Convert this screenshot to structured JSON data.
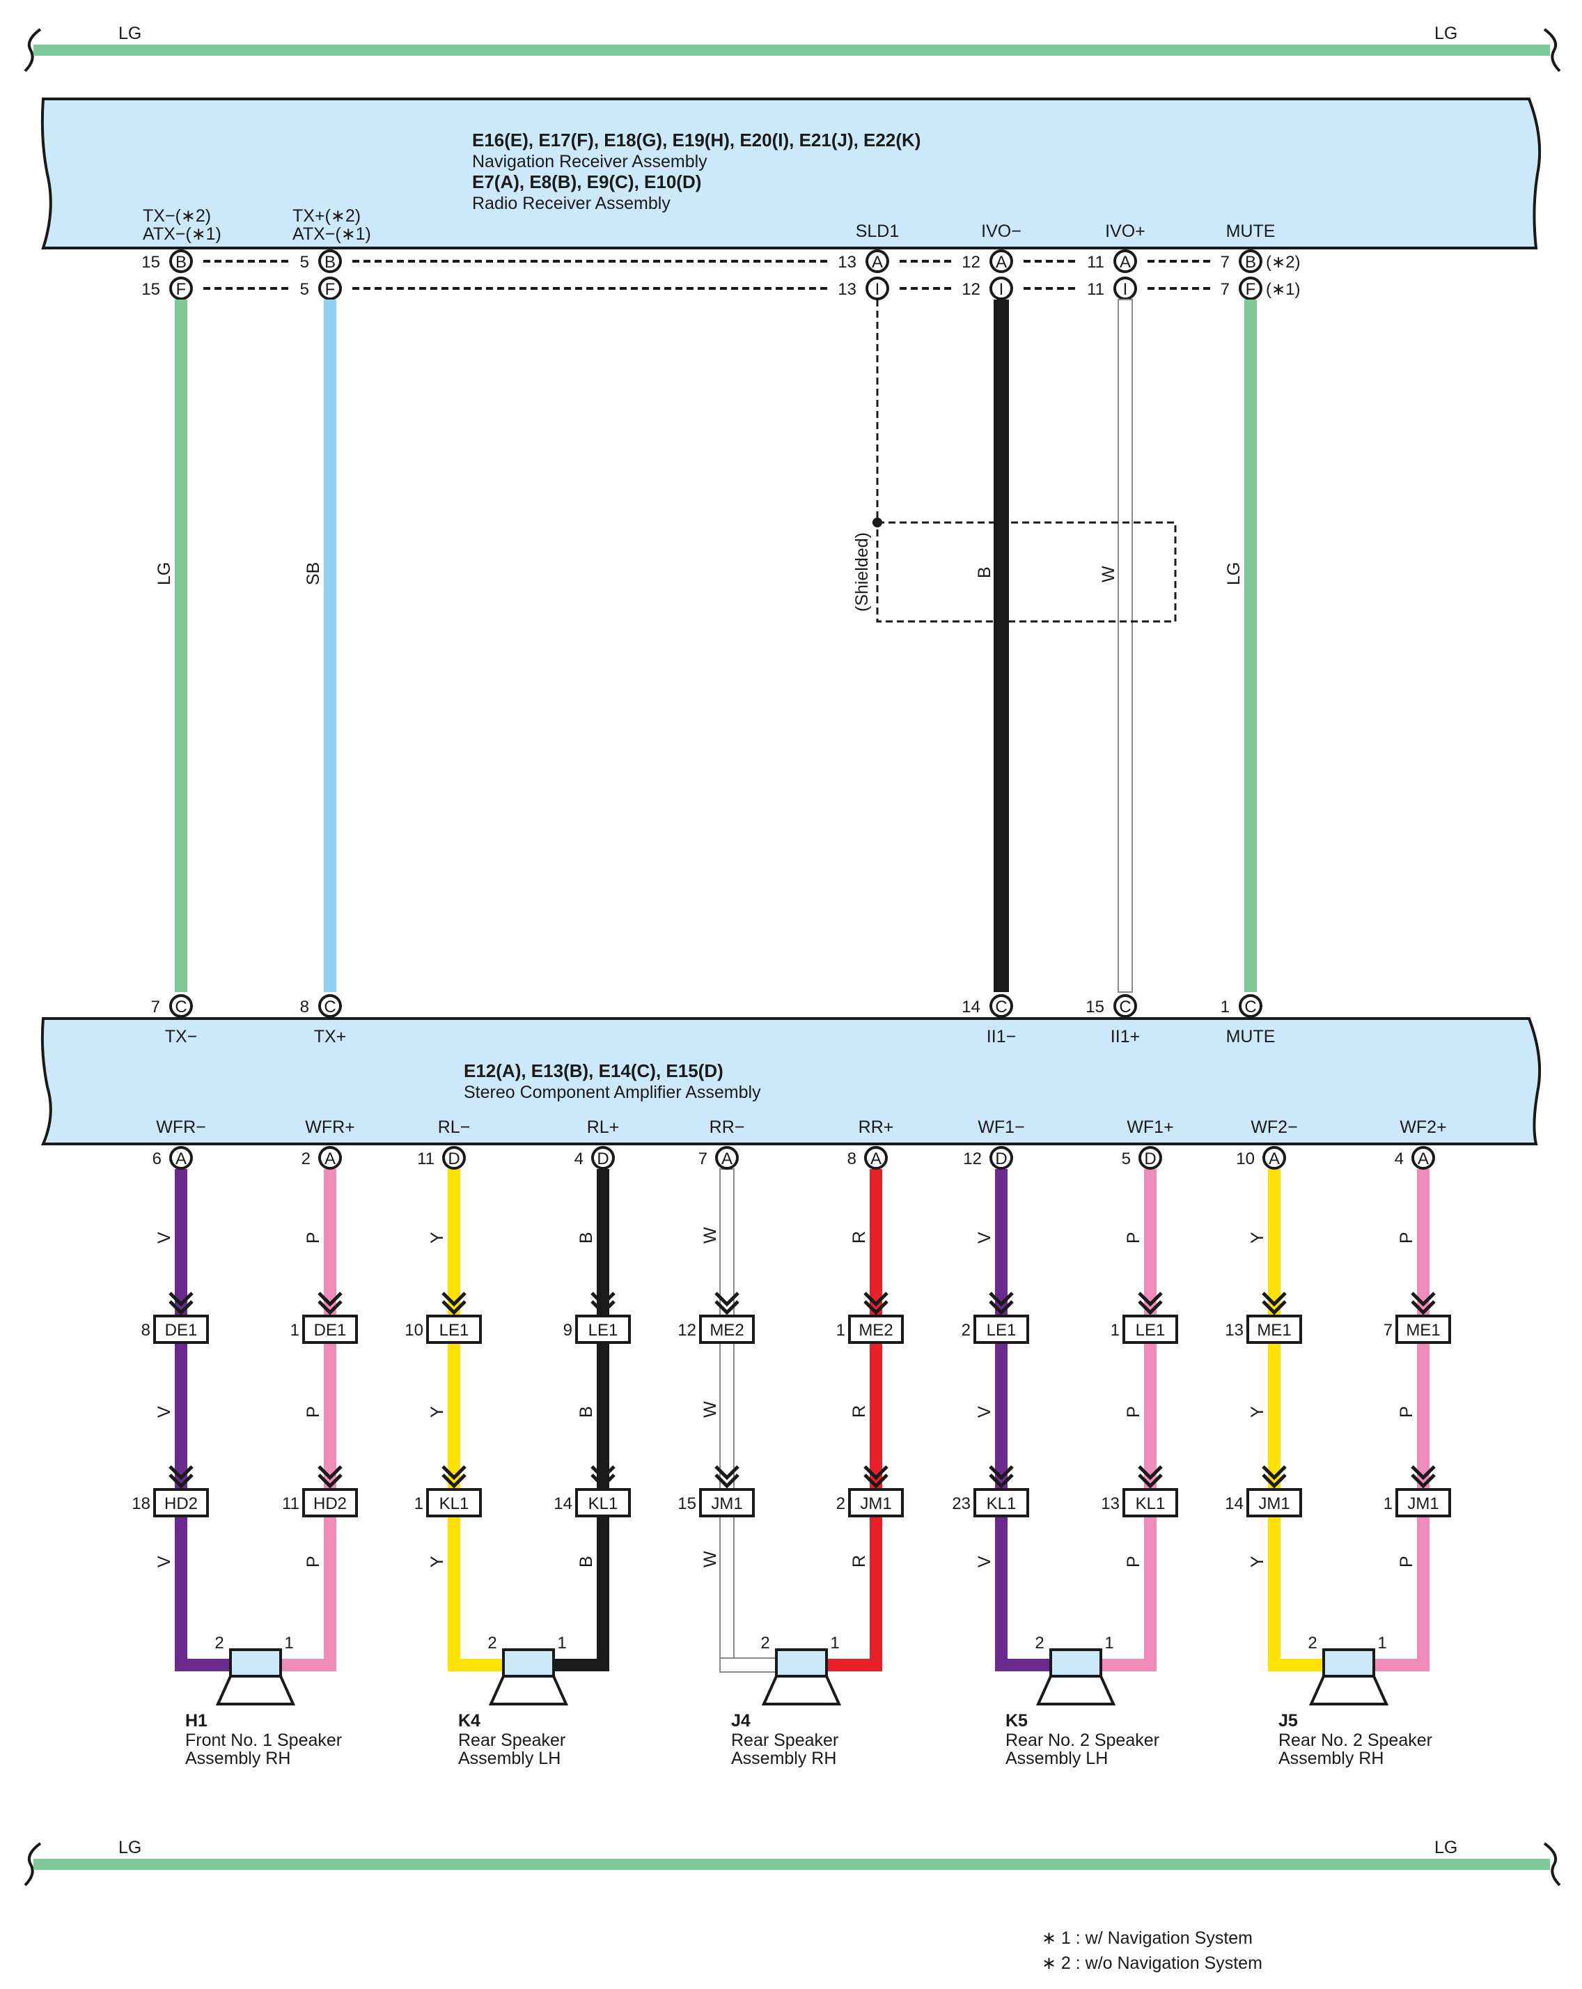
{
  "colors": {
    "LG": "#7ec89a",
    "SB": "#8fd3f4",
    "B": "#1a1a1a",
    "W": "#ffffff",
    "V": "#6b2a8e",
    "P": "#f08cba",
    "Y": "#ffe100",
    "R": "#e8202a",
    "panel": "#cce9f9"
  },
  "bus_top": {
    "left": "LG",
    "right": "LG"
  },
  "bus_bottom": {
    "left": "LG",
    "right": "LG"
  },
  "receiver": {
    "line1": "E16(E), E17(F), E18(G), E19(H), E20(I), E21(J), E22(K)",
    "line2": "Navigation Receiver Assembly",
    "line3": "E7(A), E8(B), E9(C), E10(D)",
    "line4": "Radio Receiver Assembly",
    "terminals": {
      "tx_minus_1": "TX−(∗2)",
      "tx_minus_2": "ATX−(∗1)",
      "tx_plus_1": "TX+(∗2)",
      "tx_plus_2": "ATX−(∗1)",
      "sld": "SLD1",
      "ivo_minus": "IVO−",
      "ivo_plus": "IVO+",
      "mute": "MUTE"
    },
    "pins": [
      {
        "pin_b": "15",
        "conn_b": "B",
        "pin_f": "15",
        "conn_f": "F"
      },
      {
        "pin_b": "5",
        "conn_b": "B",
        "pin_f": "5",
        "conn_f": "F"
      },
      {
        "pin_b": "13",
        "conn_b": "A",
        "pin_f": "13",
        "conn_f": "I"
      },
      {
        "pin_b": "12",
        "conn_b": "A",
        "pin_f": "12",
        "conn_f": "I"
      },
      {
        "pin_b": "11",
        "conn_b": "A",
        "pin_f": "11",
        "conn_f": "I"
      },
      {
        "pin_b": "7",
        "conn_b": "B",
        "pin_f": "7",
        "conn_f": "F"
      }
    ],
    "mute_notes": [
      "(∗2)",
      "(∗1)"
    ]
  },
  "mid_wires": [
    {
      "color": "LG"
    },
    {
      "color": "SB"
    },
    {
      "color": "B"
    },
    {
      "color": "W"
    },
    {
      "color": "LG"
    }
  ],
  "shield_label": "(Shielded)",
  "amplifier": {
    "line1": "E12(A), E13(B), E14(C), E15(D)",
    "line2": "Stereo Component Amplifier Assembly",
    "top_pins": [
      {
        "pin": "7",
        "conn": "C",
        "name": "TX−"
      },
      {
        "pin": "8",
        "conn": "C",
        "name": "TX+"
      },
      {
        "pin": "14",
        "conn": "C",
        "name": "II1−"
      },
      {
        "pin": "15",
        "conn": "C",
        "name": "II1+"
      },
      {
        "pin": "1",
        "conn": "C",
        "name": "MUTE"
      }
    ],
    "outputs": [
      {
        "name": "WFR−",
        "pin": "6",
        "conn": "A",
        "color": "V",
        "j1_pin": "8",
        "j1": "DE1",
        "j2_pin": "18",
        "j2": "HD2"
      },
      {
        "name": "WFR+",
        "pin": "2",
        "conn": "A",
        "color": "P",
        "j1_pin": "1",
        "j1": "DE1",
        "j2_pin": "11",
        "j2": "HD2"
      },
      {
        "name": "RL−",
        "pin": "11",
        "conn": "D",
        "color": "Y",
        "j1_pin": "10",
        "j1": "LE1",
        "j2_pin": "1",
        "j2": "KL1"
      },
      {
        "name": "RL+",
        "pin": "4",
        "conn": "D",
        "color": "B",
        "j1_pin": "9",
        "j1": "LE1",
        "j2_pin": "14",
        "j2": "KL1"
      },
      {
        "name": "RR−",
        "pin": "7",
        "conn": "A",
        "color": "W",
        "j1_pin": "12",
        "j1": "ME2",
        "j2_pin": "15",
        "j2": "JM1"
      },
      {
        "name": "RR+",
        "pin": "8",
        "conn": "A",
        "color": "R",
        "j1_pin": "1",
        "j1": "ME2",
        "j2_pin": "2",
        "j2": "JM1"
      },
      {
        "name": "WF1−",
        "pin": "12",
        "conn": "D",
        "color": "V",
        "j1_pin": "2",
        "j1": "LE1",
        "j2_pin": "23",
        "j2": "KL1"
      },
      {
        "name": "WF1+",
        "pin": "5",
        "conn": "D",
        "color": "P",
        "j1_pin": "1",
        "j1": "LE1",
        "j2_pin": "13",
        "j2": "KL1"
      },
      {
        "name": "WF2−",
        "pin": "10",
        "conn": "A",
        "color": "Y",
        "j1_pin": "13",
        "j1": "ME1",
        "j2_pin": "14",
        "j2": "JM1"
      },
      {
        "name": "WF2+",
        "pin": "4",
        "conn": "A",
        "color": "P",
        "j1_pin": "7",
        "j1": "ME1",
        "j2_pin": "1",
        "j2": "JM1"
      }
    ]
  },
  "speakers": [
    {
      "code": "H1",
      "name1": "Front No.  1 Speaker",
      "name2": "Assembly RH",
      "pin_minus": "2",
      "pin_plus": "1"
    },
    {
      "code": "K4",
      "name1": "Rear Speaker",
      "name2": "Assembly LH",
      "pin_minus": "2",
      "pin_plus": "1"
    },
    {
      "code": "J4",
      "name1": "Rear Speaker",
      "name2": "Assembly RH",
      "pin_minus": "2",
      "pin_plus": "1"
    },
    {
      "code": "K5",
      "name1": "Rear No.  2 Speaker",
      "name2": "Assembly LH",
      "pin_minus": "2",
      "pin_plus": "1"
    },
    {
      "code": "J5",
      "name1": "Rear No.  2 Speaker",
      "name2": "Assembly RH",
      "pin_minus": "2",
      "pin_plus": "1"
    }
  ],
  "notes": [
    "∗ 1 : w/ Navigation System",
    "∗ 2 : w/o Navigation System"
  ]
}
